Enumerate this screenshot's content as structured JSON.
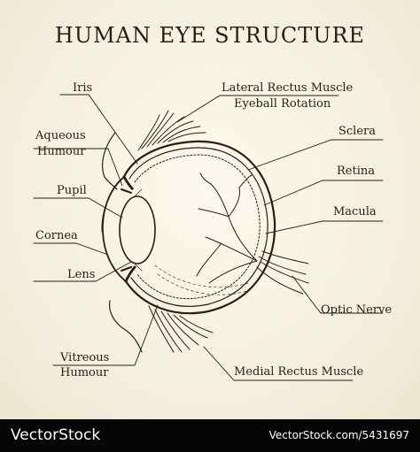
{
  "diagram": {
    "title": "Human Eye Structure",
    "labels": {
      "iris": "Iris",
      "aqueous_humour": [
        "Aqueous",
        "Humour"
      ],
      "pupil": "Pupil",
      "cornea": "Cornea",
      "lens": "Lens",
      "vitreous_humour": [
        "Vitreous",
        "Humour"
      ],
      "lateral_rectus": "Lateral Rectus Muscle",
      "eyeball_rotation": "Eyeball Rotation",
      "sclera": "Sclera",
      "retina": "Retina",
      "macula": "Macula",
      "optic_nerve": "Optic Nerve",
      "medial_rectus": "Medial Rectus Muscle"
    }
  },
  "footer": {
    "logo_text": "VectorStock",
    "url": "VectorStock.com/5431697"
  },
  "colors": {
    "ink": "#2b1d12",
    "background": "#f4f0e2",
    "footer": "#050505"
  }
}
